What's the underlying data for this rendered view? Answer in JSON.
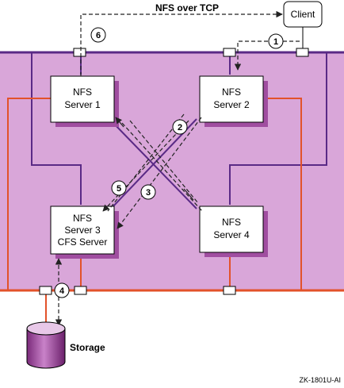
{
  "title": "NFS over TCP",
  "client": "Client",
  "servers": {
    "s1": [
      "NFS",
      "Server 1"
    ],
    "s2": [
      "NFS",
      "Server 2"
    ],
    "s3": [
      "NFS",
      "Server 3",
      "CFS Server"
    ],
    "s4": [
      "NFS",
      "Server 4"
    ]
  },
  "steps": [
    "1",
    "2",
    "3",
    "4",
    "5",
    "6"
  ],
  "storage": "Storage",
  "figure_id": "ZK-1801U-AI",
  "colors": {
    "cluster_bg": "#d9a6d9",
    "interconnect": "#5a2a86",
    "storage_bus": "#e2522a",
    "box_shadow": "#a04ea0",
    "dashed": "#222222"
  }
}
